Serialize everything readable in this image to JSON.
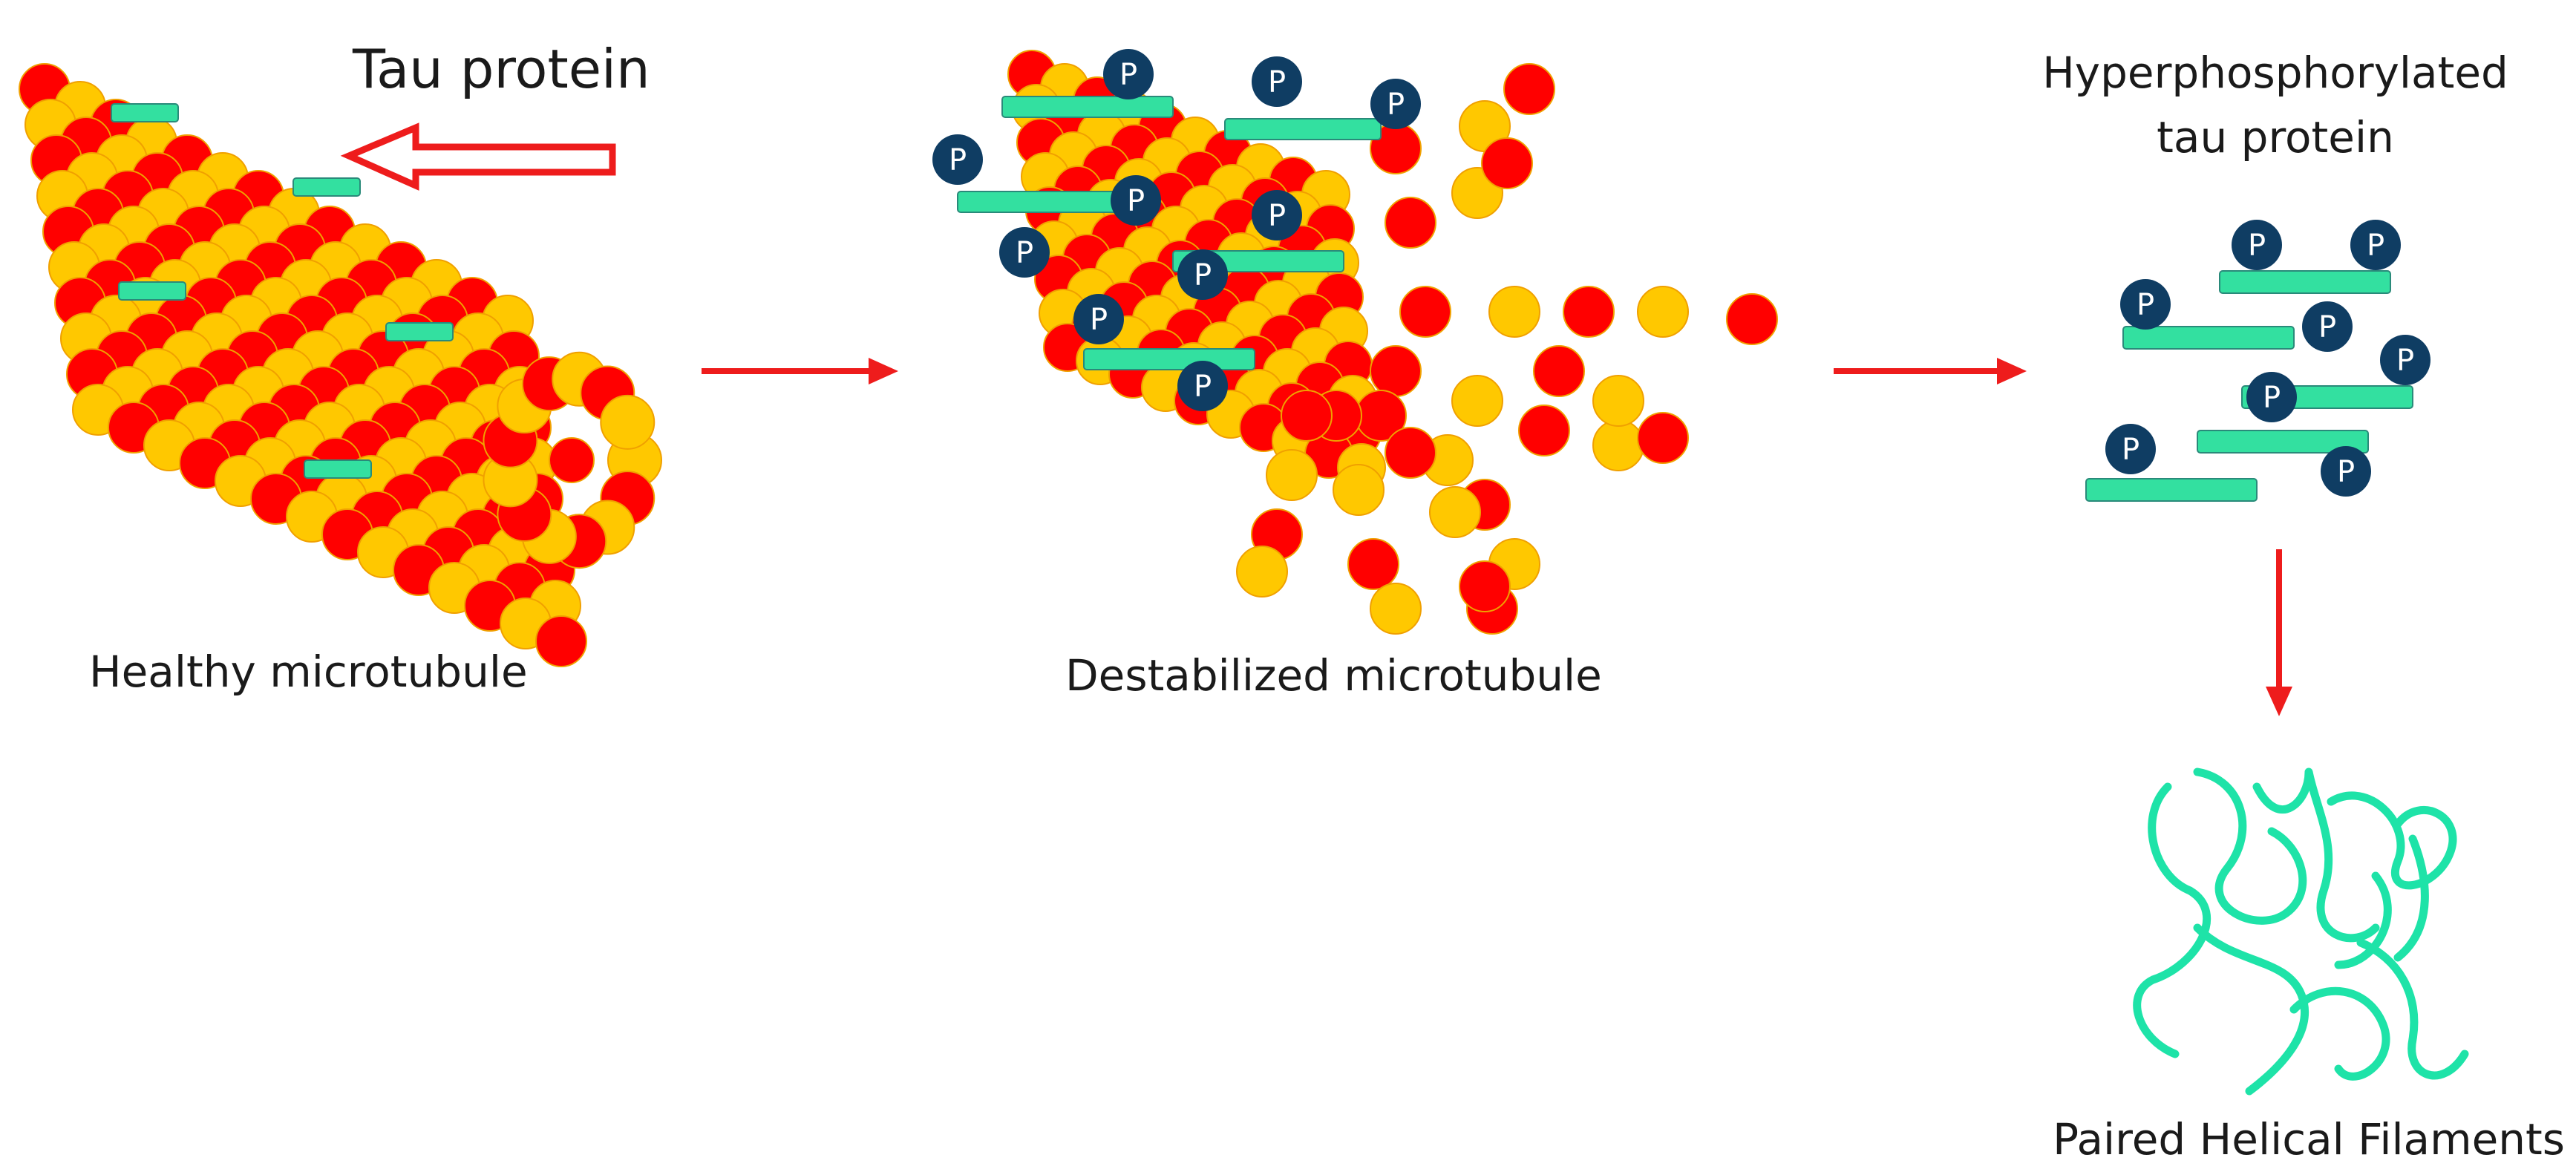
{
  "labels": {
    "tau_protein": "Tau protein",
    "healthy": "Healthy microtubule",
    "destabilized": "Destabilized microtubule",
    "hyper_line1": "Hyperphosphorylated",
    "hyper_line2": "tau protein",
    "phf": "Paired Helical Filaments",
    "phosphate": "P"
  },
  "colors": {
    "tubulin_red": "#ff0000",
    "tubulin_yellow": "#ffc800",
    "tau_green": "#33e0a0",
    "phosphate_blue": "#0f3d63",
    "arrow_red": "#ee1c1c",
    "filament_green": "#1ee3a8"
  }
}
